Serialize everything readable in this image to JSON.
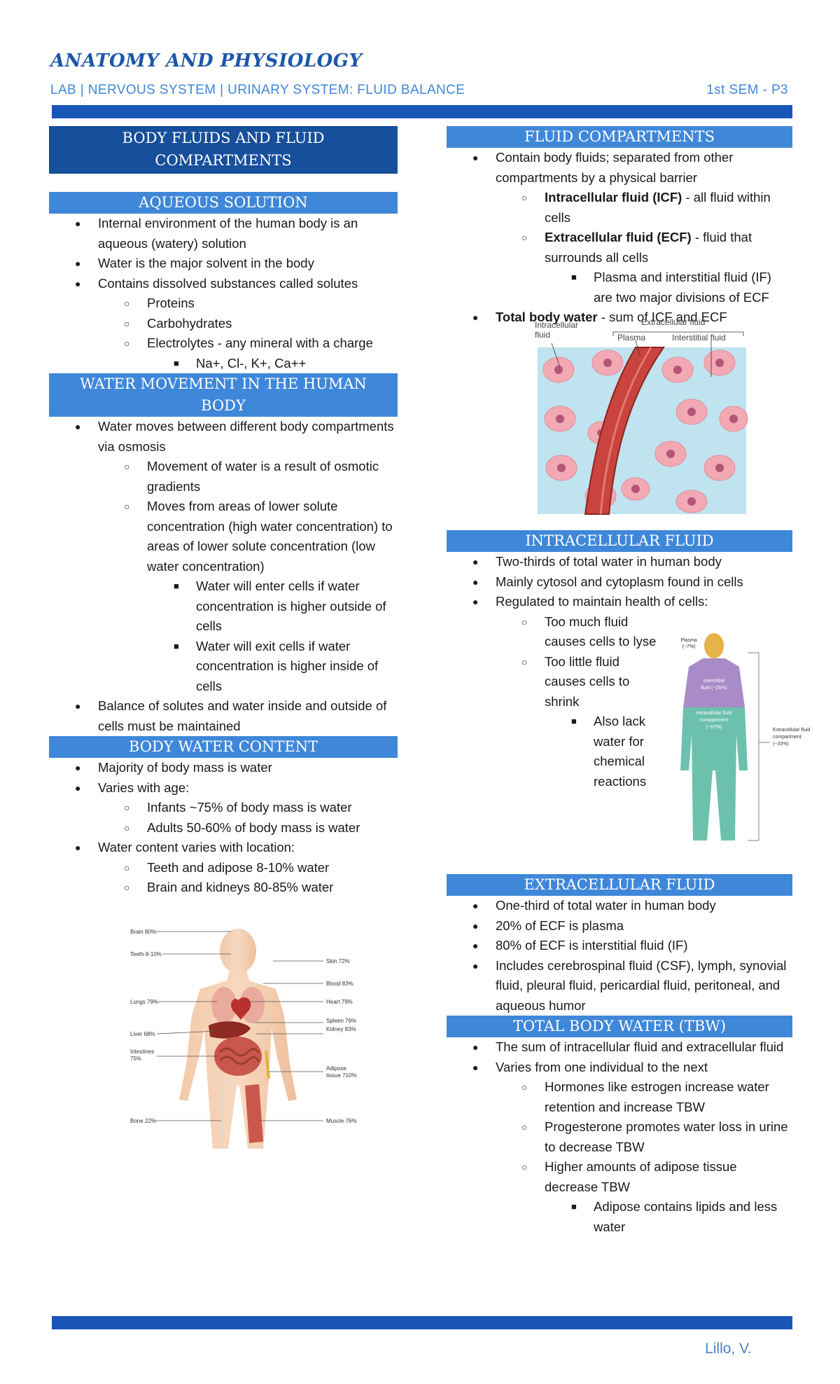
{
  "header": {
    "title": "ANATOMY AND PHYSIOLOGY",
    "subtitle": "LAB | NERVOUS SYSTEM | URINARY SYSTEM: FLUID BALANCE",
    "semester": "1st SEM - P3"
  },
  "footer": {
    "author": "Lillo, V."
  },
  "left": {
    "main_heading": [
      "BODY FLUIDS AND FLUID",
      "COMPARTMENTS"
    ],
    "aqueous": {
      "heading": "AQUEOUS SOLUTION",
      "b1": "Internal environment of the human body is an aqueous (watery) solution",
      "b2": "Water is the major solvent in the body",
      "b3": "Contains dissolved substances called solutes",
      "s1": "Proteins",
      "s2": "Carbohydrates",
      "s3": "Electrolytes - any mineral with a charge",
      "t1": "Na+, Cl-, K+, Ca++"
    },
    "water_movement": {
      "heading": [
        "WATER MOVEMENT IN THE HUMAN",
        "BODY"
      ],
      "b1": "Water moves between different body compartments via osmosis",
      "s1": "Movement of water is a result of osmotic gradients",
      "s2": "Moves from areas of lower solute concentration (high water concentration) to areas of lower solute concentration (low water concentration)",
      "t1": "Water will enter cells if water concentration is higher outside of cells",
      "t2": "Water will exit cells if water concentration is higher inside of cells",
      "b2": "Balance of solutes and water inside and outside of cells must be maintained"
    },
    "water_content": {
      "heading": "BODY WATER CONTENT",
      "b1": "Majority of body mass is water",
      "b2": "Varies with age:",
      "s1": "Infants ~75% of body mass is water",
      "s2": "Adults 50-60% of body mass is water",
      "b3": "Water content varies with location:",
      "s3": "Teeth and adipose 8-10% water",
      "s4": "Brain and kidneys 80-85% water"
    },
    "body_figure": {
      "brain": "Brain 80%",
      "teeth": "Teeth 8-10%",
      "lungs": "Lungs 79%",
      "liver": "Liver 68%",
      "intestines_1": "Intestines",
      "intestines_2": "75%",
      "bone": "Bone 22%",
      "skin": "Skin 72%",
      "blood": "Blood 83%",
      "heart": "Heart 79%",
      "spleen": "Spleen 76%",
      "kidney": "Kidney 83%",
      "adipose_1": "Adipose",
      "adipose_2": "tissue 710%",
      "muscle": "Muscle 76%"
    }
  },
  "right": {
    "compartments": {
      "heading": "FLUID COMPARTMENTS",
      "b1": "Contain body fluids; separated from other compartments by a physical barrier",
      "s1_bold": "Intracellular fluid (ICF)",
      "s1_rest": " - all fluid within cells",
      "s2_bold": "Extracellular fluid (ECF)",
      "s2_rest": " - fluid that surrounds all cells",
      "t1": "Plasma and interstitial fluid (IF) are two major divisions of ECF",
      "b2_bold": "Total body water",
      "b2_rest": " - sum of ICF and ECF"
    },
    "cells_figure": {
      "intracellular_1": "Intracellular",
      "intracellular_2": "fluid",
      "extracellular": "Extracellular fluid",
      "plasma": "Plasma",
      "interstitial": "Interstitial fluid"
    },
    "intracellular": {
      "heading": "INTRACELLULAR FLUID",
      "b1": "Two-thirds of total water in human body",
      "b2": "Mainly cytosol and cytoplasm found in cells",
      "b3": "Regulated to maintain health of cells:",
      "s1_l1": "Too much fluid",
      "s1_l2": "causes cells to lyse",
      "s2_l1": "Too little fluid",
      "s2_l2": "causes cells to",
      "s2_l3": "shrink",
      "t1_l1": "Also lack",
      "t1_l2": "water for",
      "t1_l3": "chemical",
      "t1_l4": "reactions"
    },
    "silhouette_figure": {
      "plasma_1": "Plasma",
      "plasma_2": "(~7%)",
      "interstitial_1": "Interstitial",
      "interstitial_2": "fluid (~25%)",
      "icf_1": "Intracellular fluid",
      "icf_2": "compartment",
      "icf_3": "(~67%)",
      "ecf_1": "Extracellular fluid",
      "ecf_2": "compartment",
      "ecf_3": "(~33%)"
    },
    "extracellular": {
      "heading": "EXTRACELLULAR FLUID",
      "b1": "One-third of total water in human body",
      "b2": "20% of ECF is plasma",
      "b3": "80% of ECF is interstitial fluid (IF)",
      "b4": "Includes cerebrospinal fluid (CSF), lymph, synovial fluid, pleural fluid, pericardial fluid, peritoneal, and aqueous humor"
    },
    "tbw": {
      "heading": "TOTAL BODY WATER (TBW)",
      "b1": "The sum of intracellular fluid and extracellular fluid",
      "b2": "Varies from one individual to the next",
      "s1": "Hormones like estrogen increase water retention and increase TBW",
      "s2": "Progesterone promotes water loss in urine to decrease TBW",
      "s3": "Higher amounts of adipose tissue decrease TBW",
      "t1": "Adipose contains lipids and less water"
    }
  }
}
